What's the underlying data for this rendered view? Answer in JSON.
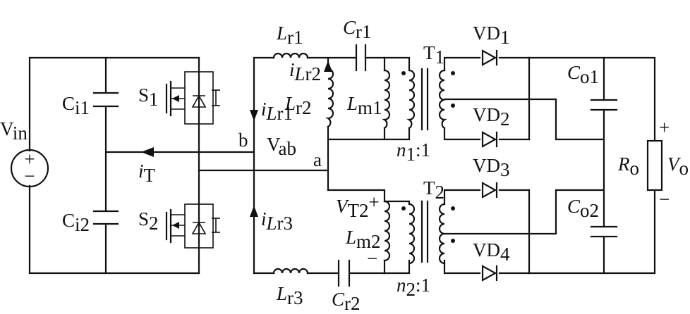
{
  "labels": {
    "vin": {
      "main": "V",
      "sub": "in"
    },
    "ci1": {
      "main": "C",
      "sub": "i1"
    },
    "ci2": {
      "main": "C",
      "sub": "i2"
    },
    "s1": {
      "main": "S",
      "sub": "1"
    },
    "s2": {
      "main": "S",
      "sub": "2"
    },
    "it": {
      "main": "i",
      "sub": "T"
    },
    "b": "b",
    "a": "a",
    "vab": {
      "main": "V",
      "sub": "ab"
    },
    "lr1": {
      "main": "L",
      "sub": "r1"
    },
    "cr1": {
      "main": "C",
      "sub": "r1"
    },
    "ilr2": {
      "main": "i",
      "sub1": "L",
      "sub2": "r2"
    },
    "lr2": {
      "main": "L",
      "sub": "r2"
    },
    "ilr1": {
      "main": "i",
      "sub1": "L",
      "sub2": "r1"
    },
    "lm1": {
      "main": "L",
      "sub": "m1"
    },
    "t1": {
      "main": "T",
      "sub": "1"
    },
    "n1": {
      "main": "n",
      "sub": "1",
      "ratio": ":1"
    },
    "vd1": {
      "main": "VD",
      "sub": "1"
    },
    "vd2": {
      "main": "VD",
      "sub": "2"
    },
    "co1": {
      "main": "C",
      "sub": "o1"
    },
    "ro": {
      "main": "R",
      "sub": "o"
    },
    "vo": {
      "main": "V",
      "sub": "o"
    },
    "plus": "+",
    "minus": "−",
    "vt2": {
      "main": "V",
      "sub": "T2",
      "sign": "+"
    },
    "lm2": {
      "main": "L",
      "sub": "m2"
    },
    "vt2minus": "−",
    "t2": {
      "main": "T",
      "sub": "2"
    },
    "n2": {
      "main": "n",
      "sub": "2",
      "ratio": ":1"
    },
    "vd3": {
      "main": "VD",
      "sub": "3"
    },
    "vd4": {
      "main": "VD",
      "sub": "4"
    },
    "co2": {
      "main": "C",
      "sub": "o2"
    },
    "ilr3": {
      "main": "i",
      "sub1": "L",
      "sub2": "r3"
    },
    "lr3": {
      "main": "L",
      "sub": "r3"
    },
    "cr2": {
      "main": "C",
      "sub": "r2"
    },
    "src_plus": "+",
    "src_minus": "−"
  }
}
